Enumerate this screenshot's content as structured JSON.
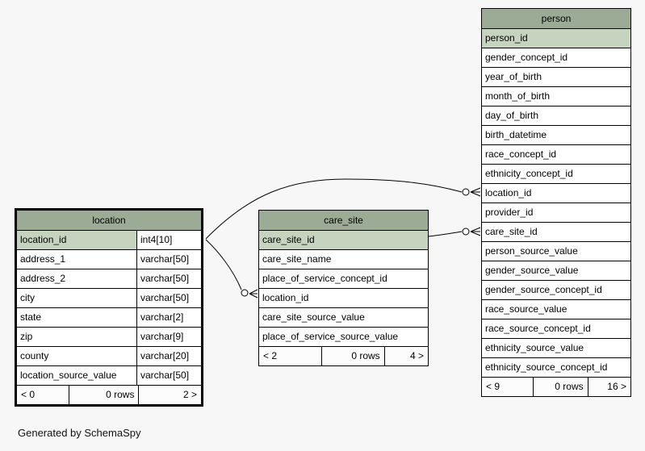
{
  "page": {
    "background": "#f7f7f7",
    "footer_note": "Generated by SchemaSpy"
  },
  "colors": {
    "table_header_bg": "#9cab95",
    "key_row_bg": "#c5d3bf",
    "row_bg": "#ffffff",
    "border": "#000000"
  },
  "tables": [
    {
      "name": "location",
      "emphasized": true,
      "columns": [
        {
          "name": "location_id",
          "type": "int4[10]",
          "highlighted": true
        },
        {
          "name": "address_1",
          "type": "varchar[50]",
          "highlighted": false
        },
        {
          "name": "address_2",
          "type": "varchar[50]",
          "highlighted": false
        },
        {
          "name": "city",
          "type": "varchar[50]",
          "highlighted": false
        },
        {
          "name": "state",
          "type": "varchar[2]",
          "highlighted": false
        },
        {
          "name": "zip",
          "type": "varchar[9]",
          "highlighted": false
        },
        {
          "name": "county",
          "type": "varchar[20]",
          "highlighted": false
        },
        {
          "name": "location_source_value",
          "type": "varchar[50]",
          "highlighted": false
        }
      ],
      "footer": {
        "left": "< 0",
        "center": "0 rows",
        "right": "2 >"
      }
    },
    {
      "name": "care_site",
      "emphasized": false,
      "columns": [
        {
          "name": "care_site_id",
          "highlighted": true
        },
        {
          "name": "care_site_name",
          "highlighted": false
        },
        {
          "name": "place_of_service_concept_id",
          "highlighted": false
        },
        {
          "name": "location_id",
          "highlighted": false
        },
        {
          "name": "care_site_source_value",
          "highlighted": false
        },
        {
          "name": "place_of_service_source_value",
          "highlighted": false
        }
      ],
      "footer": {
        "left": "< 2",
        "center": "0 rows",
        "right": "4 >"
      }
    },
    {
      "name": "person",
      "emphasized": false,
      "columns": [
        {
          "name": "person_id",
          "highlighted": true
        },
        {
          "name": "gender_concept_id",
          "highlighted": false
        },
        {
          "name": "year_of_birth",
          "highlighted": false
        },
        {
          "name": "month_of_birth",
          "highlighted": false
        },
        {
          "name": "day_of_birth",
          "highlighted": false
        },
        {
          "name": "birth_datetime",
          "highlighted": false
        },
        {
          "name": "race_concept_id",
          "highlighted": false
        },
        {
          "name": "ethnicity_concept_id",
          "highlighted": false
        },
        {
          "name": "location_id",
          "highlighted": false
        },
        {
          "name": "provider_id",
          "highlighted": false
        },
        {
          "name": "care_site_id",
          "highlighted": false
        },
        {
          "name": "person_source_value",
          "highlighted": false
        },
        {
          "name": "gender_source_value",
          "highlighted": false
        },
        {
          "name": "gender_source_concept_id",
          "highlighted": false
        },
        {
          "name": "race_source_value",
          "highlighted": false
        },
        {
          "name": "race_source_concept_id",
          "highlighted": false
        },
        {
          "name": "ethnicity_source_value",
          "highlighted": false
        },
        {
          "name": "ethnicity_source_concept_id",
          "highlighted": false
        }
      ],
      "footer": {
        "left": "< 9",
        "center": "0 rows",
        "right": "16 >"
      }
    }
  ],
  "relationships": [
    {
      "from": "location.location_id",
      "to": "person.location_id"
    },
    {
      "from": "location.location_id",
      "to": "care_site.location_id"
    },
    {
      "from": "care_site.care_site_id",
      "to": "person.care_site_id"
    }
  ]
}
